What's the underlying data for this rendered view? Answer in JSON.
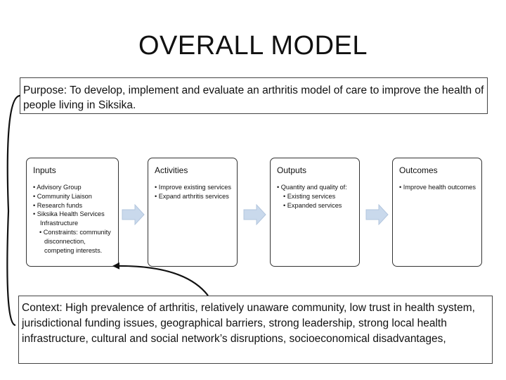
{
  "title": "OVERALL MODEL",
  "purpose": "Purpose: To develop, implement and evaluate an arthritis model of care to improve the health of people living in Siksika.",
  "columns": [
    {
      "heading": "Inputs",
      "items": [
        {
          "text": "• Advisory Group",
          "sub": false
        },
        {
          "text": "• Community Liaison",
          "sub": false
        },
        {
          "text": "• Research funds",
          "sub": false
        },
        {
          "text": "• Siksika Health Services Infrastructure",
          "sub": false
        },
        {
          "text": "• Constraints: community disconnection, competing interests.",
          "sub": true
        }
      ]
    },
    {
      "heading": "Activities",
      "items": [
        {
          "text": "• Improve existing services",
          "sub": false
        },
        {
          "text": "• Expand arthritis services",
          "sub": false
        }
      ]
    },
    {
      "heading": "Outputs",
      "items": [
        {
          "text": "• Quantity and quality of:",
          "sub": false
        },
        {
          "text": "• Existing services",
          "sub": true
        },
        {
          "text": "• Expanded services",
          "sub": true
        }
      ]
    },
    {
      "heading": "Outcomes",
      "items": [
        {
          "text": "• Improve health outcomes",
          "sub": false
        }
      ]
    }
  ],
  "context": "Context: High prevalence of arthritis, relatively unaware community, low trust in health system, jurisdictional funding issues,  geographical barriers, strong leadership, strong local health infrastructure, cultural and social network’s disruptions, socioeconomical disadvantages,",
  "colors": {
    "arrow_fill": "#c9d9ec",
    "arrow_stroke": "#b3c6de",
    "border": "#333333",
    "text": "#111111"
  }
}
